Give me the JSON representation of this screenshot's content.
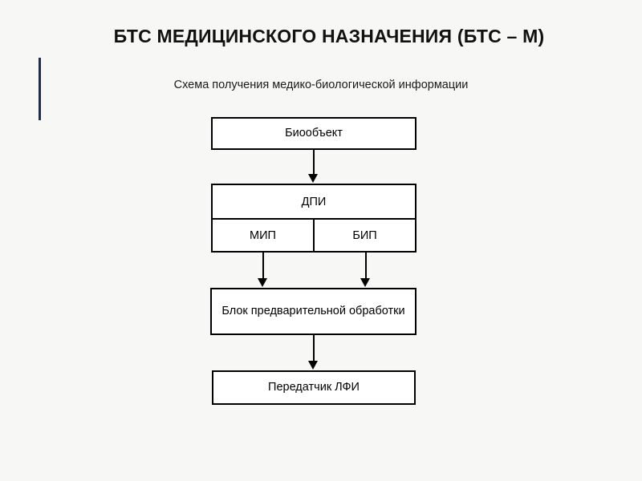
{
  "slide": {
    "title": "БТС МЕДИЦИНСКОГО НАЗНАЧЕНИЯ (БТС – М)",
    "subtitle": "Схема получения медико-биологической информации",
    "background_color": "#f7f7f5",
    "accent_color": "#1f2d4a",
    "node_border_color": "#000000",
    "node_fill_color": "#ffffff",
    "text_color": "#000000"
  },
  "diagram": {
    "type": "flowchart",
    "orientation": "top-to-bottom",
    "nodes": [
      {
        "id": "bioobject",
        "label": "Биообъект"
      },
      {
        "id": "dpi",
        "label": "ДПИ"
      },
      {
        "id": "mip",
        "label": "МИП"
      },
      {
        "id": "bip",
        "label": "БИП"
      },
      {
        "id": "preproc",
        "label": "Блок предварительной обработки"
      },
      {
        "id": "transmitter",
        "label": "Передатчик ЛФИ"
      }
    ],
    "edges": [
      {
        "from": "bioobject",
        "to": "dpi",
        "arrow": "down"
      },
      {
        "from": "mip",
        "to": "preproc",
        "arrow": "down"
      },
      {
        "from": "bip",
        "to": "preproc",
        "arrow": "down"
      },
      {
        "from": "preproc",
        "to": "transmitter",
        "arrow": "down"
      }
    ]
  }
}
